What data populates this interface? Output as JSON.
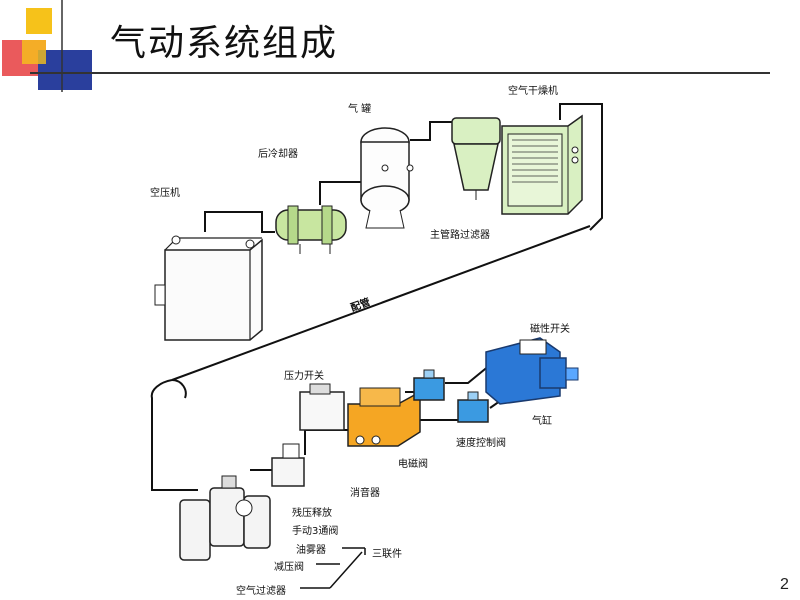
{
  "title": "气动系统组成",
  "page_number": "2",
  "labels": {
    "air_compressor": "空压机",
    "after_cooler": "后冷却器",
    "air_tank": "气 罐",
    "air_dryer": "空气干燥机",
    "main_line_filter": "主管路过滤器",
    "piping": "配管",
    "magnetic_switch": "磁性开关",
    "pressure_switch": "压力开关",
    "cylinder": "气缸",
    "speed_control_valve": "速度控制阀",
    "solenoid_valve": "电磁阀",
    "silencer": "消音器",
    "residual_pressure_release": "残压释放",
    "manual_3way_valve": "手动3通阀",
    "lubricator": "油雾器",
    "frl_unit": "三联件",
    "pressure_reducing_valve": "减压阀",
    "air_filter": "空气过滤器"
  },
  "colors": {
    "deco_yellow": "#f6c21a",
    "deco_red": "#e8484a",
    "deco_blue": "#2a3f9d",
    "cooler_green": "#c8e6a0",
    "dryer_green": "#d9f0c2",
    "valve_orange": "#f5a623",
    "cylinder_blue": "#2b78d6",
    "speed_valve_blue": "#3b9ae1",
    "line": "#111111"
  }
}
